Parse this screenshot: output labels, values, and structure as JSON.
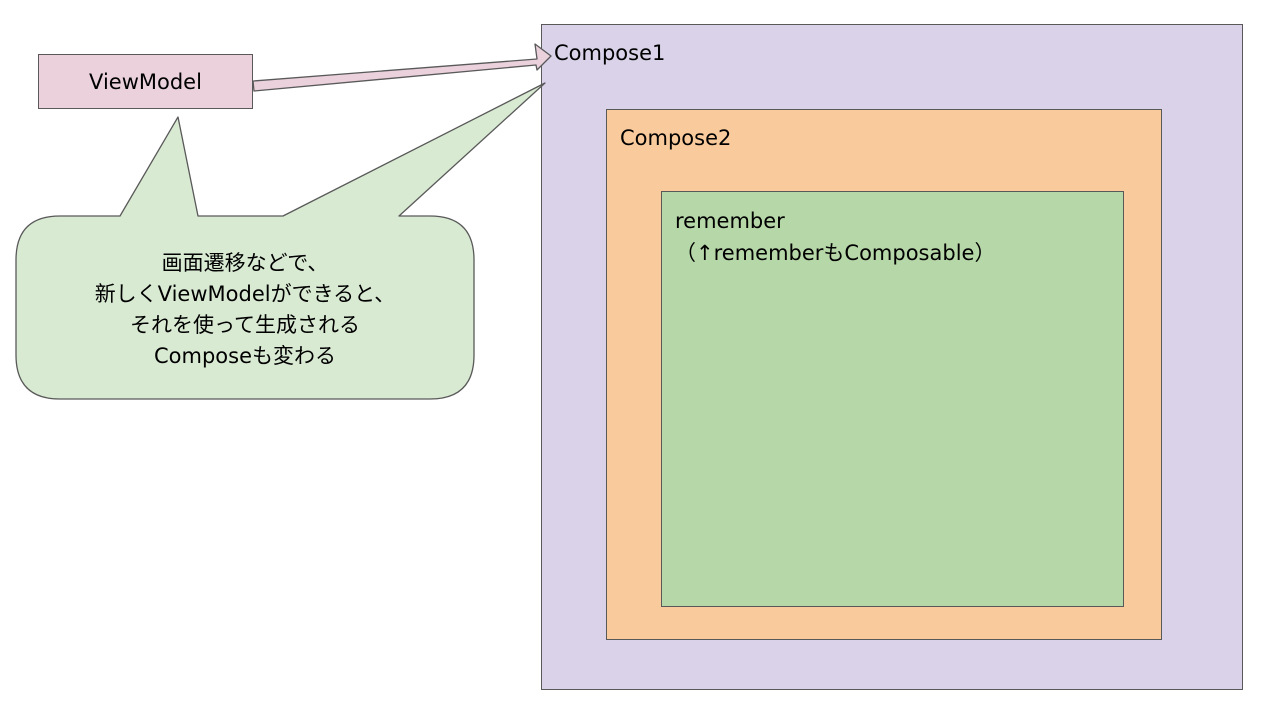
{
  "viewmodel": {
    "label": "ViewModel"
  },
  "compose1": {
    "label": "Compose1"
  },
  "compose2": {
    "label": "Compose2"
  },
  "remember": {
    "label": "remember",
    "note": "（↑rememberもComposable）"
  },
  "callout": {
    "lines": [
      "画面遷移などで、",
      "新しくViewModelができると、",
      "それを使って生成される",
      "Composeも変わる"
    ]
  },
  "colors": {
    "compose1_fill": "#d9d2e9",
    "compose2_fill": "#f9cb9c",
    "remember_fill": "#b6d7a8",
    "viewmodel_fill": "#ead1dc",
    "callout_fill": "#d9ead3",
    "arrow_fill": "#ead1dc",
    "stroke": "#595959"
  }
}
